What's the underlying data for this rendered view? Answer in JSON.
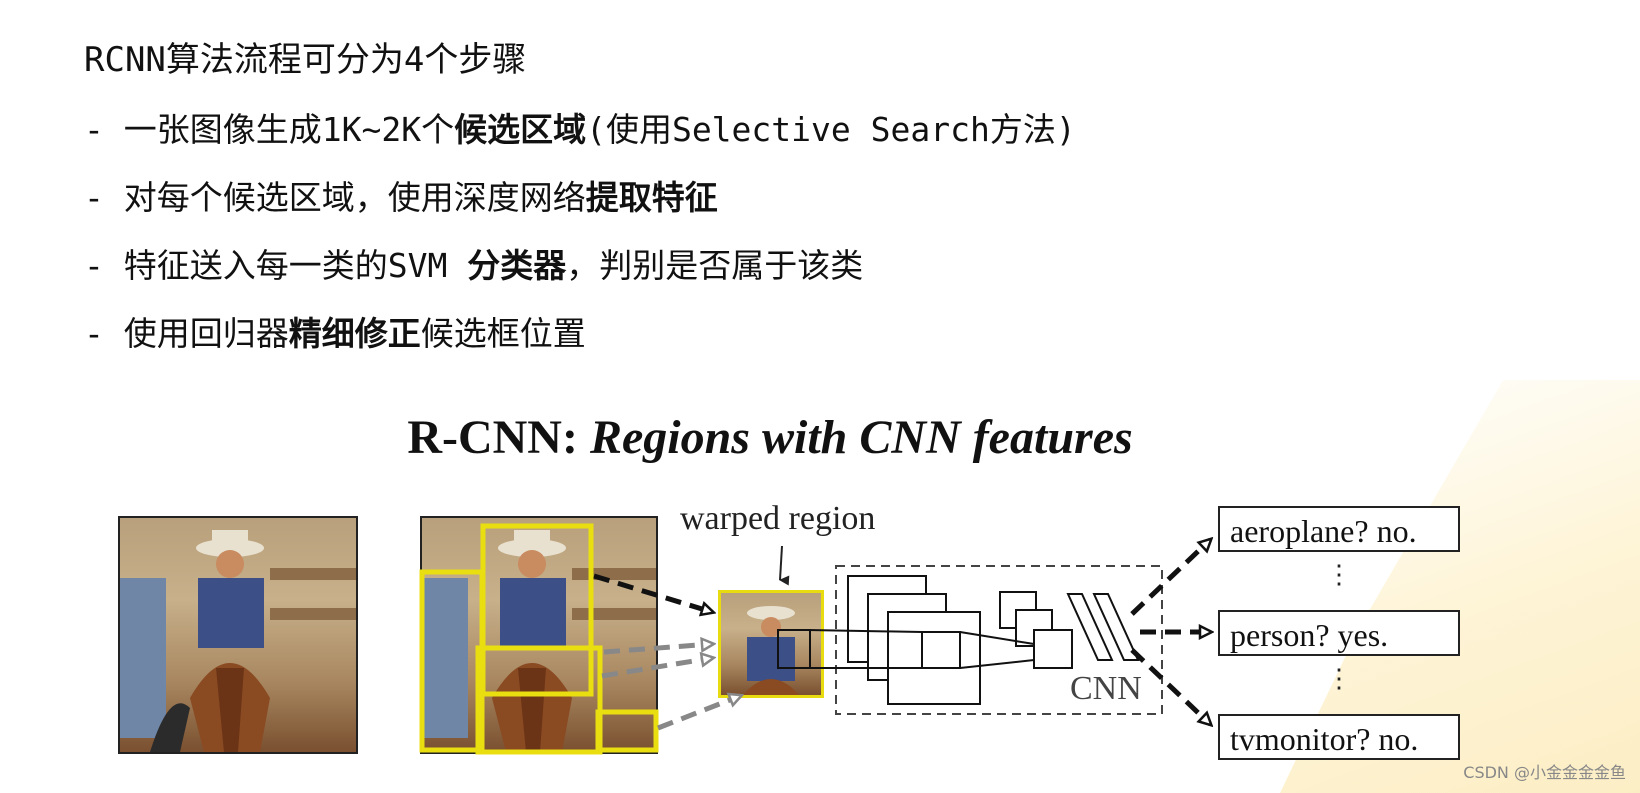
{
  "text": {
    "line0": "RCNN算法流程可分为4个步骤",
    "line1_a": "- 一张图像生成1K~2K个",
    "line1_b": "候选区域",
    "line1_c": "(使用Selective Search方法)",
    "line2_a": "- 对每个候选区域，使用深度网络",
    "line2_b": "提取特征",
    "line3_a": "- 特征送入每一类的SVM ",
    "line3_b": "分类器",
    "line3_c": "，判别是否属于该类",
    "line4_a": "- 使用回归器",
    "line4_b": "精细修正",
    "line4_c": "候选框位置"
  },
  "figure": {
    "title_bold": "R-CNN: ",
    "title_italic": "Regions with CNN features",
    "warped_label": "warped region",
    "cnn_label": "CNN",
    "outputs": [
      "aeroplane? no.",
      "person? yes.",
      "tvmonitor? no."
    ],
    "vdots": "⋮"
  },
  "watermark": "CSDN @小金金金金鱼"
}
